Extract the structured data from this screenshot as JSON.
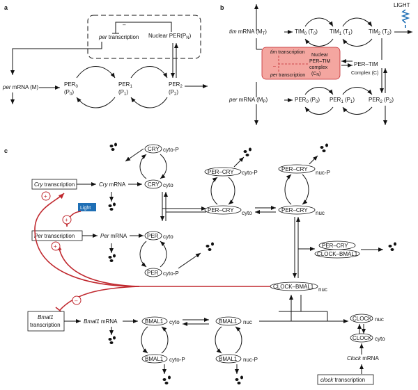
{
  "panel_a": {
    "label": "a",
    "per_transcription": "per transcription",
    "minus": "–",
    "nuclear_per": "Nuclear PER(P",
    "nuclear_per_sub": "N",
    "per_mrna": "per mRNA (M)",
    "per0": "PER",
    "per0_sub": "0",
    "per0_p": "(P",
    "per1": "PER",
    "per1_sub": "1",
    "per2": "PER",
    "per2_sub": "2",
    "p0": "0",
    "p1": "1",
    "p2": "2"
  },
  "panel_b": {
    "label": "b",
    "light": "LIGHT",
    "tim_mrna": "tim mRNA (M",
    "tim_mrna_sub": "T",
    "tim0": "TIM",
    "tim1": "TIM",
    "tim2": "TIM",
    "tim_transcription": "tim transcription",
    "nuclear_complex": [
      "Nuclear",
      "PER–TIM",
      "complex",
      "(C"
    ],
    "nuclear_sub": "N",
    "per_transcription": "per transcription",
    "per_tim": "PER–TIM",
    "complex_c": "Complex (C)",
    "per_mrna": "per mRNA (M",
    "per_mrna_sub": "P",
    "per0": "PER",
    "per1": "PER",
    "per2": "PER",
    "s0": "0",
    "s1": "1",
    "s2": "2",
    "minus": "–"
  },
  "panel_c": {
    "label": "c",
    "cry_transcription_it": "Cry",
    "cry_transcription": " transcription",
    "cry_mrna_it": "Cry",
    "cry_mrna": " mRNA",
    "cry": "CRY",
    "cyto": "cyto",
    "cyto_p": "cyto-P",
    "light": "Light",
    "per_transcription_it": "Per",
    "per_transcription": " transcription",
    "per_mrna_it": "Per",
    "per_mrna": " mRNA",
    "per": "PER",
    "per_cry": "PER–CRY",
    "nuc": "nuc",
    "nuc_p": "nuc-P",
    "clock_bmal1": "CLOCK–BMAL1",
    "bmal1_transcription_it": "Bmal1",
    "bmal1_transcription": "transcription",
    "bmal1_mrna_it": "Bmal1",
    "bmal1_mrna": " mRNA",
    "bmal1": "BMAL1",
    "clock": "CLOCK",
    "clock_mrna_it": "Clock",
    "clock_mrna": " mRNA",
    "clock_transcription_it": "clock",
    "clock_transcription": "transcription",
    "plus": "+",
    "minus": "–"
  },
  "colors": {
    "red": "#c0282e",
    "pink": "#f4a6a0",
    "blue": "#1f6fb5"
  }
}
